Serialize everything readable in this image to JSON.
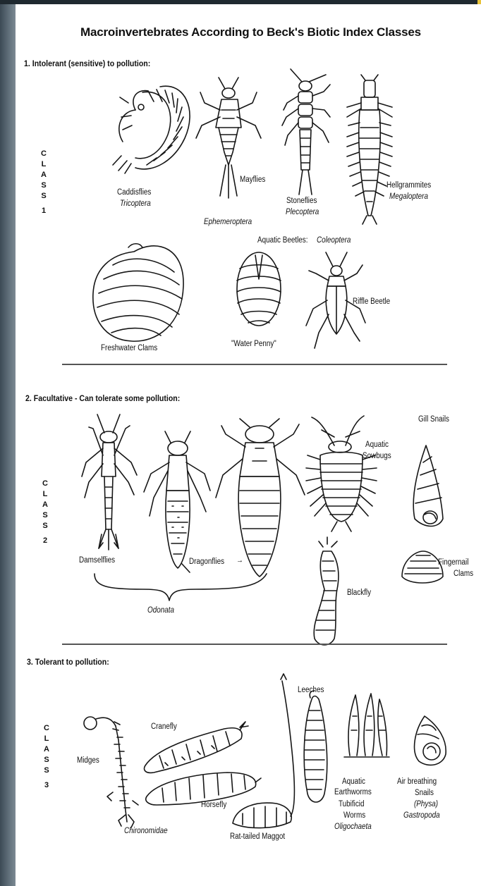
{
  "title": "Macroinvertebrates According to Beck's Biotic Index Classes",
  "sections": [
    {
      "heading": "1. Intolerant (sensitive) to pollution:",
      "class_letters": [
        "C",
        "L",
        "A",
        "S",
        "S"
      ],
      "class_number": "1",
      "organisms": {
        "caddisflies": "Caddisflies",
        "tricoptera": "Tricoptera",
        "mayflies": "Mayflies",
        "ephemeroptera": "Ephemeroptera",
        "stoneflies": "Stoneflies",
        "plecoptera": "Plecoptera",
        "hellgrammites": "Hellgrammites",
        "megaloptera": "Megaloptera",
        "aquatic_beetles": "Aquatic Beetles:",
        "coleoptera": "Coleoptera",
        "freshwater_clams": "Freshwater Clams",
        "water_penny": "\"Water Penny\"",
        "riffle_beetle": "Riffle Beetle"
      }
    },
    {
      "heading": "2. Facultative - Can tolerate some pollution:",
      "class_letters": [
        "C",
        "L",
        "A",
        "S",
        "S"
      ],
      "class_number": "2",
      "organisms": {
        "damselflies": "Damselflies",
        "dragonflies": "Dragonflies",
        "odonata": "Odonata",
        "aquatic_sowbugs_1": "Aquatic",
        "aquatic_sowbugs_2": "Sowbugs",
        "blackfly": "Blackfly",
        "gill_snails": "Gill Snails",
        "fingernail_clams_1": "Fingernail",
        "fingernail_clams_2": "Clams"
      }
    },
    {
      "heading": "3. Tolerant to pollution:",
      "class_letters": [
        "C",
        "L",
        "A",
        "S",
        "S"
      ],
      "class_number": "3",
      "organisms": {
        "midges": "Midges",
        "chironomidae": "Chironomidae",
        "cranefly": "Cranefly",
        "horsefly": "Horsefly",
        "rat_tailed_maggot": "Rat-tailed Maggot",
        "leeches": "Leeches",
        "aquatic_earthworms_1": "Aquatic",
        "aquatic_earthworms_2": "Earthworms",
        "tubificid_1": "Tubificid",
        "tubificid_2": "Worms",
        "oligochaeta": "Oligochaeta",
        "snails_1": "Air breathing",
        "snails_2": "Snails",
        "physa": "(Physa)",
        "gastropoda": "Gastropoda"
      }
    }
  ]
}
